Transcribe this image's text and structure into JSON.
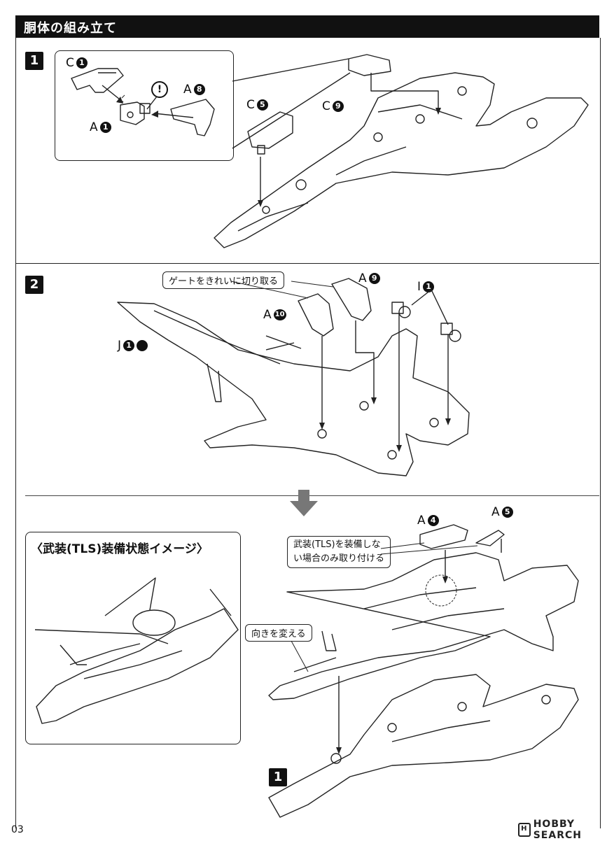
{
  "header": {
    "title": "胴体の組み立て"
  },
  "steps": {
    "step1": "1",
    "step2": "2",
    "step_ref": "1"
  },
  "step1": {
    "inset_parts": [
      {
        "letter": "C",
        "num": "1"
      },
      {
        "letter": "A",
        "num": "8"
      },
      {
        "letter": "A",
        "num": "1"
      }
    ],
    "attention_mark": "!",
    "parts": [
      {
        "letter": "C",
        "num": "5"
      },
      {
        "letter": "C",
        "num": "9"
      }
    ]
  },
  "step2": {
    "callout_gate": "ゲートをきれいに切り取る",
    "parts": [
      {
        "letter": "A",
        "num": "9"
      },
      {
        "letter": "A",
        "num": "10"
      },
      {
        "letter": "I",
        "num": "1"
      },
      {
        "letter": "J",
        "num": "1"
      }
    ],
    "part_mark": "1"
  },
  "step3": {
    "parts": [
      {
        "letter": "A",
        "num": "4"
      },
      {
        "letter": "A",
        "num": "5"
      }
    ],
    "callout_tls_line1": "武装(TLS)を装備しな",
    "callout_tls_line2": "い場合のみ取り付ける",
    "callout_turn": "向きを変える"
  },
  "tls_image": {
    "title": "〈武装(TLS)装備状態イメージ〉"
  },
  "footer": {
    "page": "03",
    "watermark": "HOBBY SEARCH",
    "watermark_badge": "H"
  }
}
